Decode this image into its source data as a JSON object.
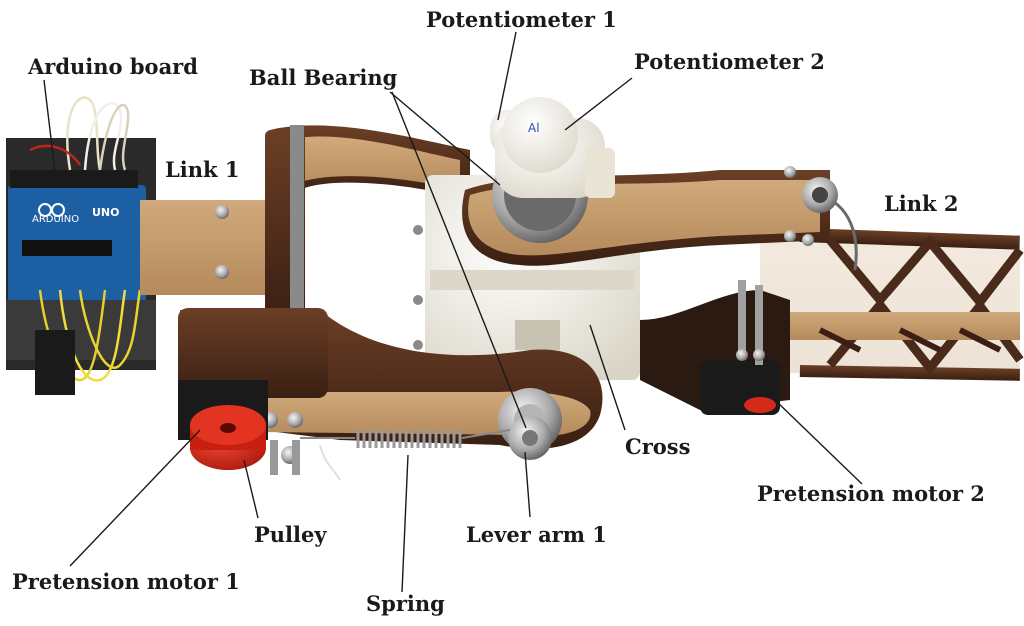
{
  "labels": {
    "potentiometer_1": "Potentiometer 1",
    "potentiometer_2": "Potentiometer 2",
    "arduino_board": "Arduino board",
    "ball_bearing": "Ball Bearing",
    "link_1": "Link 1",
    "link_2": "Link 2",
    "cross": "Cross",
    "pretension_motor_2": "Pretension motor 2",
    "pulley": "Pulley",
    "lever_arm_1": "Lever arm 1",
    "pretension_motor_1": "Pretension motor 1",
    "spring": "Spring"
  },
  "board_text": {
    "brand": "ARDUINO",
    "model": "UNO"
  },
  "colors": {
    "background": "#ffffff",
    "wood": "#c49b6c",
    "wood_dark": "#4a2a1a",
    "plastic_white": "#efece3",
    "arduino_blue": "#1d5fa3",
    "motor_red": "#d42a1a",
    "label_text": "#1a1a1a"
  }
}
